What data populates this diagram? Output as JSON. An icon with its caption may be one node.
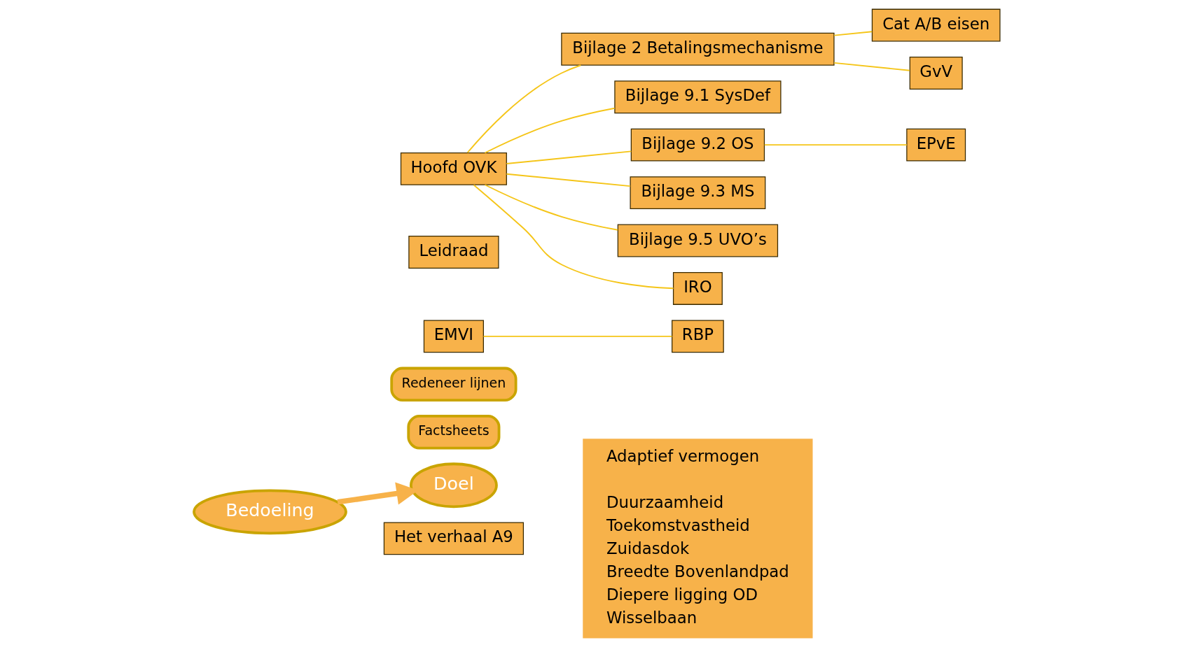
{
  "diagram": {
    "nodes": [
      {
        "text": [
          "Bedoeling"
        ]
      },
      {
        "text": [
          "Doel"
        ]
      },
      {
        "text": [
          "Het verhaal A9"
        ]
      },
      {
        "text": [
          "Factsheets"
        ]
      },
      {
        "text": [
          "Redeneer lijnen"
        ]
      },
      {
        "text": [
          "EMVI"
        ]
      },
      {
        "text": [
          "RBP"
        ]
      },
      {
        "text": [
          "Leidraad"
        ]
      },
      {
        "text": [
          "Hoofd OVK"
        ]
      },
      {
        "text": [
          "Bijlage 2 Betalingsmechanisme"
        ]
      },
      {
        "text": [
          "Bijlage 9.1 SysDef"
        ]
      },
      {
        "text": [
          "Bijlage 9.2 OS"
        ]
      },
      {
        "text": [
          "Bijlage 9.3 MS"
        ]
      },
      {
        "text": [
          "Bijlage 9.5 UVO’s"
        ]
      },
      {
        "text": [
          "IRO"
        ]
      },
      {
        "text": [
          "Cat A/B eisen"
        ]
      },
      {
        "text": [
          "GvV"
        ]
      },
      {
        "text": [
          "EPvE"
        ]
      },
      {
        "text": [
          "Adaptief vermogen",
          "Duurzaamheid",
          "Toekomstvastheid",
          "Zuidasdok",
          "Breedte Bovenlandpad",
          "Diepere ligging OD",
          "Wisselbaan"
        ]
      }
    ],
    "edges": [
      {
        "from": 0,
        "to": 1,
        "arrow": "to",
        "style": "thick",
        "color": "#f7b24a"
      },
      {
        "from": 5,
        "to": 6,
        "arrow": "none"
      },
      {
        "from": 8,
        "to": 9,
        "arrow": "none"
      },
      {
        "from": 8,
        "to": 10,
        "arrow": "none"
      },
      {
        "from": 8,
        "to": 11,
        "arrow": "none"
      },
      {
        "from": 8,
        "to": 12,
        "arrow": "none"
      },
      {
        "from": 8,
        "to": 13,
        "arrow": "none"
      },
      {
        "from": 8,
        "to": 14,
        "arrow": "none"
      },
      {
        "from": 9,
        "to": 15,
        "arrow": "none"
      },
      {
        "from": 9,
        "to": 16,
        "arrow": "none"
      },
      {
        "from": 11,
        "to": 17,
        "arrow": "none"
      }
    ]
  }
}
